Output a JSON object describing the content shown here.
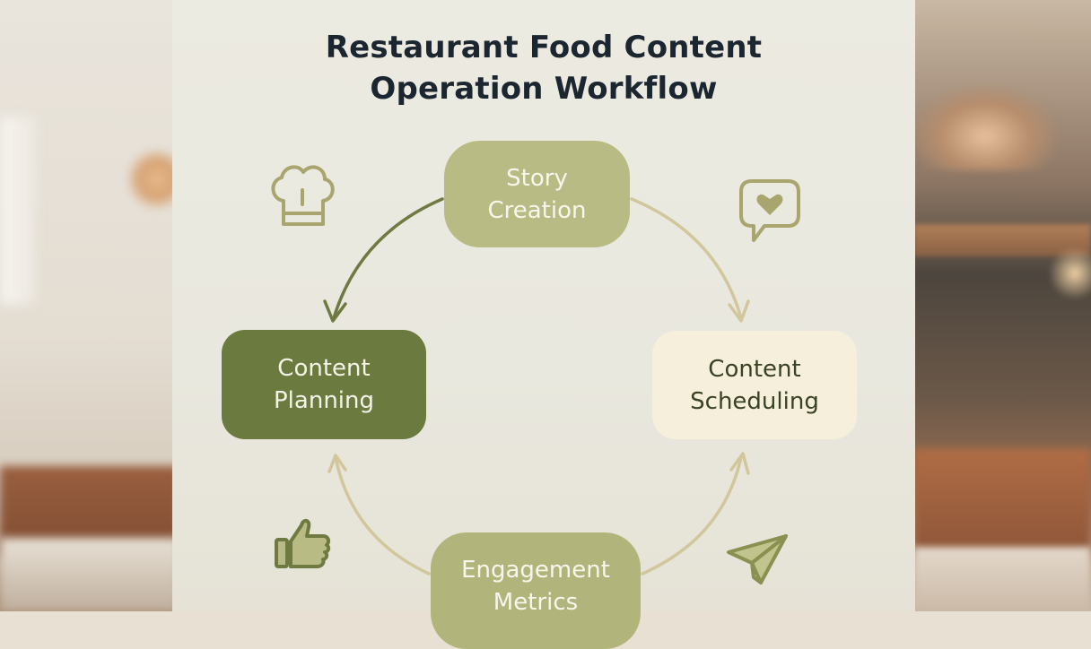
{
  "diagram": {
    "title_lines": [
      "Restaurant Food Content",
      "Operation Workflow"
    ],
    "nodes": {
      "story": [
        "Story",
        "Creation"
      ],
      "planning": [
        "Content",
        "Planning"
      ],
      "scheduling": [
        "Content",
        "Scheduling"
      ],
      "engagement": [
        "Engagement",
        "Metrics"
      ]
    },
    "flow": [
      {
        "from": "Story Creation",
        "to": "Content Planning"
      },
      {
        "from": "Story Creation",
        "to": "Content Scheduling"
      },
      {
        "from": "Engagement Metrics",
        "to": "Content Planning"
      },
      {
        "from": "Engagement Metrics",
        "to": "Content Scheduling"
      }
    ],
    "icons": [
      "chef-hat-icon",
      "heart-chat-icon",
      "thumbs-up-icon",
      "paper-plane-icon"
    ]
  },
  "colors": {
    "title": "#1c2630",
    "story_fill": "#b8bb84",
    "planning_fill": "#6b7a3e",
    "scheduling_fill": "#f6efdc",
    "engagement_fill": "#b2b57b",
    "arrow_dark": "#6f7a42",
    "arrow_light": "#d2c69c",
    "icon_stroke": "#a8a56e"
  }
}
